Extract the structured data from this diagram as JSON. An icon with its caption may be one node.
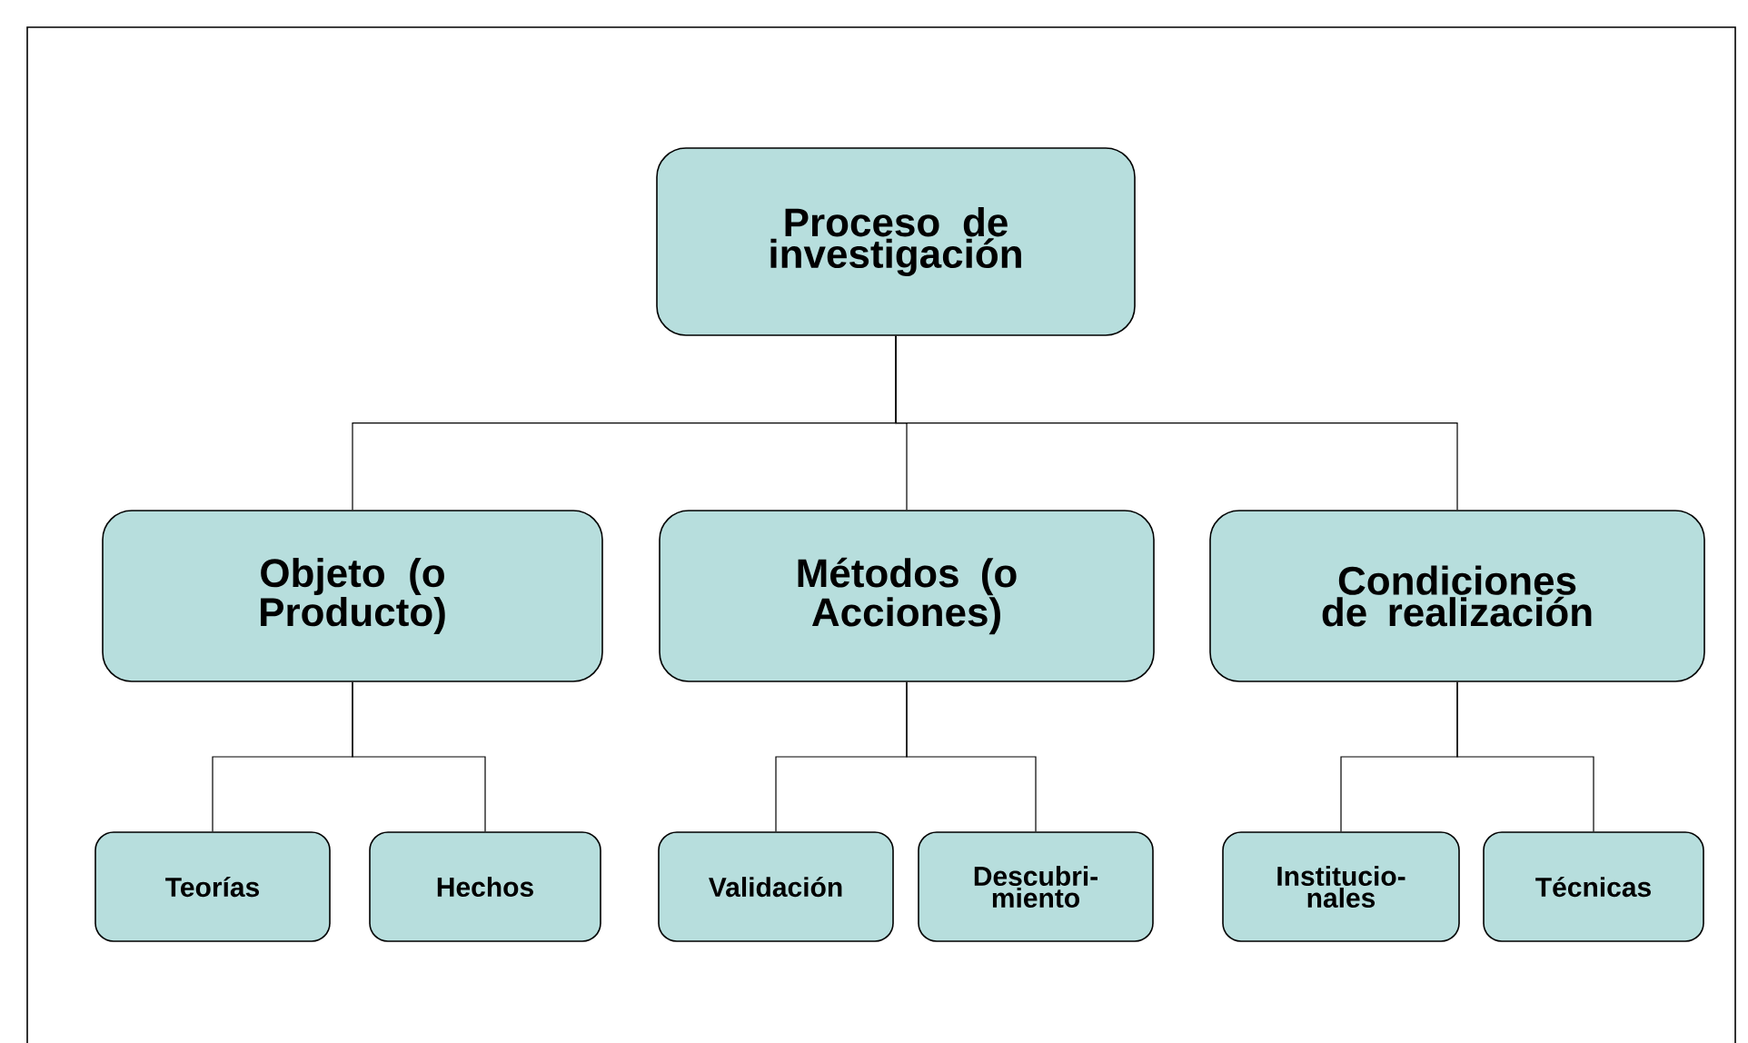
{
  "diagram": {
    "nodes": [
      {
        "text": [
          "Proceso de investigación"
        ]
      },
      {
        "text": [
          "Objeto (o Producto)"
        ]
      },
      {
        "text": [
          "Métodos (o Acciones)"
        ]
      },
      {
        "text": [
          "Condiciones de realización"
        ]
      },
      {
        "text": [
          "Teorías"
        ]
      },
      {
        "text": [
          "Hechos"
        ]
      },
      {
        "text": [
          "Validación"
        ]
      },
      {
        "text": [
          "Descubri- miento"
        ]
      },
      {
        "text": [
          "Institucio- nales"
        ]
      },
      {
        "text": [
          "Técnicas"
        ]
      }
    ],
    "edges": [
      {
        "from": 0,
        "to": 1,
        "arrow": "none"
      },
      {
        "from": 0,
        "to": 2,
        "arrow": "none"
      },
      {
        "from": 0,
        "to": 3,
        "arrow": "none"
      },
      {
        "from": 1,
        "to": 4,
        "arrow": "none"
      },
      {
        "from": 1,
        "to": 5,
        "arrow": "none"
      },
      {
        "from": 2,
        "to": 6,
        "arrow": "none"
      },
      {
        "from": 2,
        "to": 7,
        "arrow": "none"
      },
      {
        "from": 3,
        "to": 8,
        "arrow": "none"
      },
      {
        "from": 3,
        "to": 9,
        "arrow": "none"
      }
    ]
  }
}
